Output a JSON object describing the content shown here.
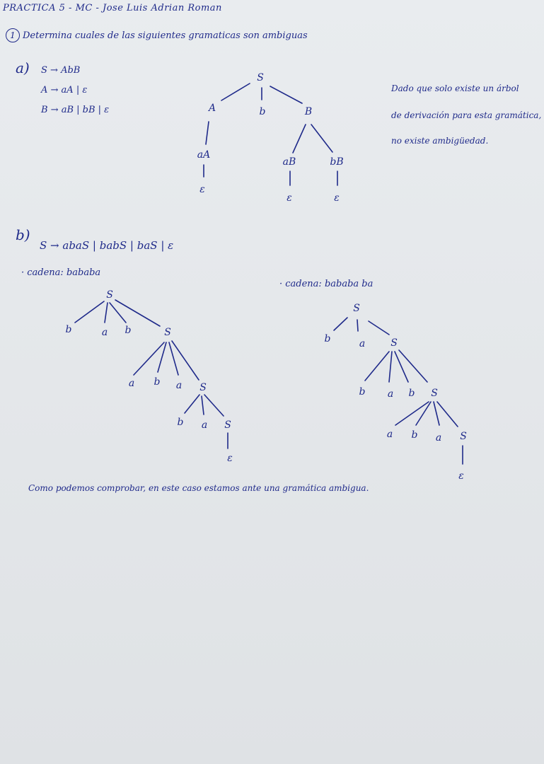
{
  "title": "PRACTICA 5 - MC - Jose Luis Adrian Roman",
  "exercise": {
    "number": "1",
    "prompt": "Determina cuales de las siguientes gramaticas son ambiguas"
  },
  "part_a": {
    "label": "a)",
    "rules": [
      "S → AbB",
      "A → aA | ε",
      "B → aB | bB | ε"
    ],
    "tree_nodes": [
      "S",
      "A",
      "b",
      "B",
      "aA",
      "ε",
      "aB",
      "bB",
      "ε",
      "ε"
    ],
    "note_lines": [
      "Dado que solo existe un árbol",
      "de derivación para esta gramática,",
      "no existe ambigüedad."
    ]
  },
  "part_b": {
    "label": "b)",
    "rule": "S → abaS | babS | baS | ε",
    "left": {
      "caption": "· cadena: bababa",
      "nodes": [
        "S",
        "b",
        "a",
        "b",
        "S",
        "a",
        "b",
        "a",
        "S",
        "b",
        "a",
        "S",
        "ε"
      ]
    },
    "right": {
      "caption": "· cadena: bababa ba",
      "nodes": [
        "S",
        "b",
        "a",
        "S",
        "b",
        "a",
        "b",
        "S",
        "a",
        "b",
        "a",
        "S",
        "ε"
      ]
    },
    "conclusion": "Como podemos comprobar, en este caso estamos ante una gramática ambigua."
  }
}
